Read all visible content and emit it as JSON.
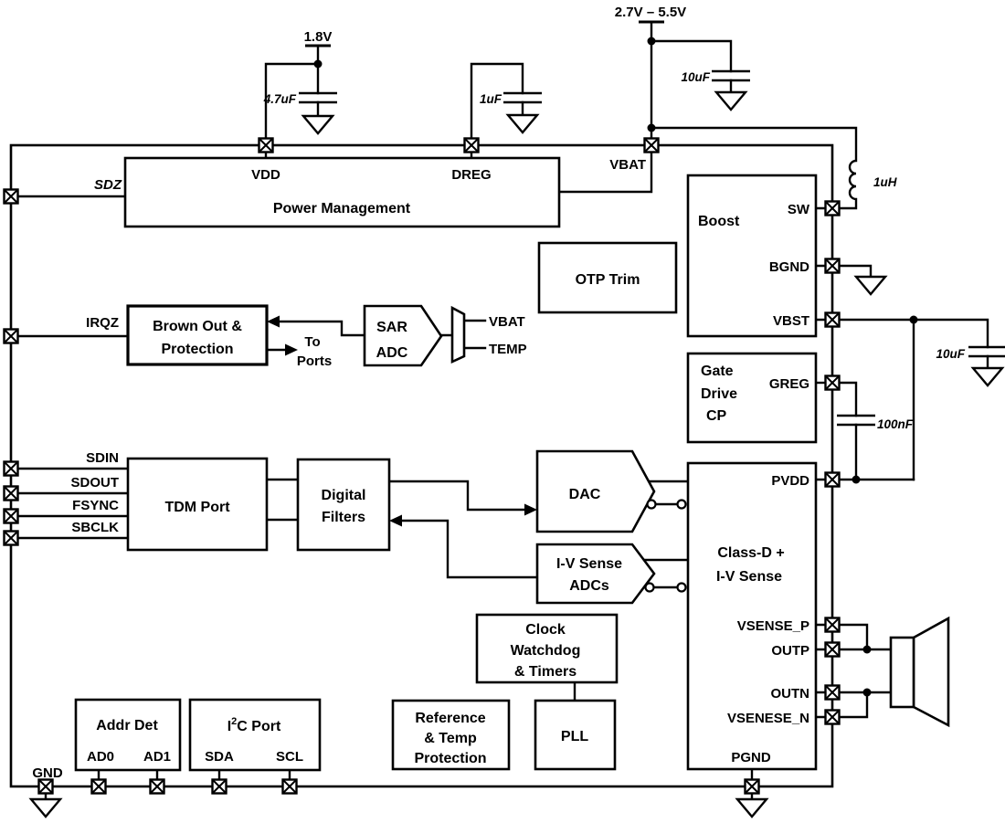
{
  "supplies": {
    "core": "1.8V",
    "battery": "2.7V – 5.5V"
  },
  "components": {
    "c_vdd": "4.7uF",
    "c_dreg": "1uF",
    "c_vbat": "10uF",
    "l_boost": "1uH",
    "c_vbst": "10uF",
    "c_greg": "100nF"
  },
  "pins": {
    "vdd": "VDD",
    "dreg": "DREG",
    "vbat": "VBAT",
    "sdz": "SDZ",
    "irqz": "IRQZ",
    "sdin": "SDIN",
    "sdout": "SDOUT",
    "fsync": "FSYNC",
    "sbclk": "SBCLK",
    "sw": "SW",
    "bgnd": "BGND",
    "vbst": "VBST",
    "greg": "GREG",
    "pvdd": "PVDD",
    "vsense_p": "VSENSE_P",
    "outp": "OUTP",
    "outn": "OUTN",
    "vsense_n": "VSENESE_N",
    "pgnd": "PGND",
    "gnd": "GND",
    "ad0": "AD0",
    "ad1": "AD1",
    "sda": "SDA",
    "scl": "SCL"
  },
  "blocks": {
    "power_management": "Power Management",
    "boost": "Boost",
    "otp_trim": "OTP Trim",
    "brown_out": [
      "Brown Out &",
      "Protection"
    ],
    "sar_adc": [
      "SAR",
      "ADC"
    ],
    "gate_drive": [
      "Gate",
      "Drive",
      "CP"
    ],
    "tdm_port": "TDM Port",
    "digital_filters": [
      "Digital",
      "Filters"
    ],
    "dac": "DAC",
    "iv_adcs": [
      "I-V Sense",
      "ADCs"
    ],
    "class_d": [
      "Class-D +",
      "I-V Sense"
    ],
    "clock_watchdog": [
      "Clock",
      "Watchdog",
      "& Timers"
    ],
    "pll": "PLL",
    "reference": [
      "Reference",
      "& Temp",
      "Protection"
    ],
    "addr_det": "Addr Det",
    "i2c": {
      "base": "I",
      "sup": "2",
      "rest": "C Port"
    }
  },
  "annotations": {
    "to": "To",
    "ports": "Ports",
    "mux_vbat": "VBAT",
    "mux_temp": "TEMP"
  },
  "colors": {
    "ink": "#000000",
    "background": "#ffffff"
  }
}
